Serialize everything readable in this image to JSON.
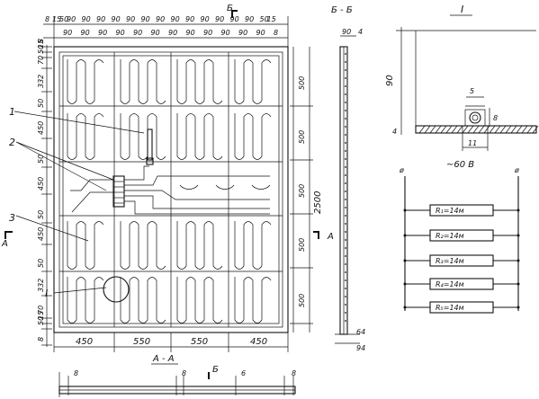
{
  "top_dims": {
    "row1": [
      "8",
      "15",
      "50",
      "90",
      "90",
      "90",
      "90",
      "90",
      "90",
      "90",
      "90",
      "90",
      "90",
      "90",
      "90",
      "90",
      "50",
      "15"
    ],
    "row2": [
      "90",
      "90",
      "90",
      "90",
      "90",
      "90",
      "90",
      "90",
      "90",
      "90",
      "90",
      "90",
      "8"
    ],
    "section_mark": "Б"
  },
  "left_dims": [
    "50",
    "8",
    "15",
    "70",
    "332",
    "50",
    "450",
    "50",
    "450",
    "50",
    "450",
    "50",
    "332",
    "70",
    "15",
    "50",
    "8"
  ],
  "right_dims": {
    "spans": [
      "500",
      "500",
      "500",
      "500",
      "500"
    ],
    "total": "2500"
  },
  "bottom_dims": [
    "450",
    "550",
    "550",
    "450"
  ],
  "callouts": [
    "1",
    "2",
    "3",
    "I"
  ],
  "section_marks": {
    "left": "А",
    "right": "А",
    "aa_title": "А - А",
    "bb_title": "Б - Б"
  },
  "bb": {
    "top1": "90",
    "top2": "4",
    "bot1": "64",
    "bot2": "94"
  },
  "detail": {
    "title": "I",
    "h": "90",
    "w": "5",
    "d": "8",
    "base": "11",
    "t": "4"
  },
  "circuit": {
    "voltage": "~60 В",
    "resistors": [
      "R₁=14м",
      "R₂=14м",
      "R₃=14м",
      "R₄=14м",
      "R₅=14м"
    ]
  },
  "aa": {
    "dims": [
      "8",
      "8",
      "6",
      "8"
    ],
    "mark": "Б"
  }
}
